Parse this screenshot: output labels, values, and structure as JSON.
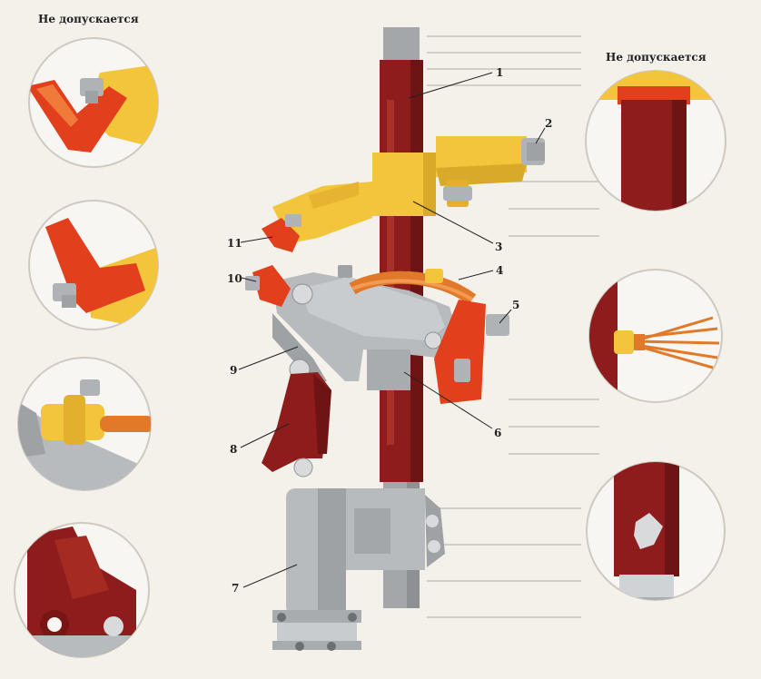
{
  "captions": {
    "left_top": "Не допускается",
    "right_top": "Не допускается"
  },
  "callouts": [
    "1",
    "2",
    "3",
    "4",
    "5",
    "6",
    "7",
    "8",
    "9",
    "10",
    "11"
  ],
  "colors": {
    "red_brown": "#8e1c1c",
    "orange_red": "#e2401c",
    "yellow": "#f2c53b",
    "grey": "#b8bbbe",
    "copper": "#e07a2a",
    "paper": "#f4f1ea"
  }
}
